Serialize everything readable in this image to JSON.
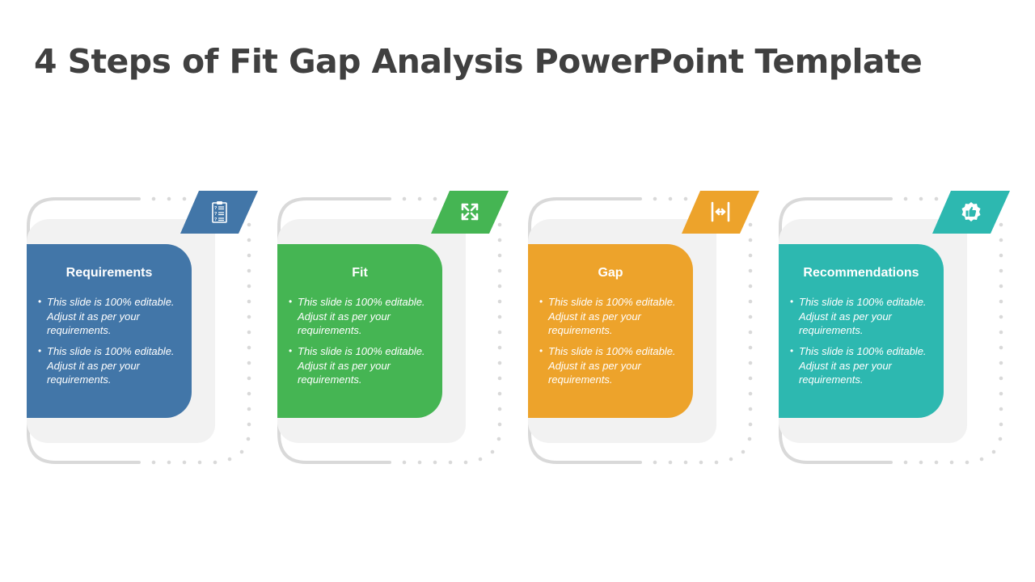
{
  "slide": {
    "title": "4 Steps of Fit Gap Analysis PowerPoint Template"
  },
  "colors": {
    "title_text": "#404040",
    "frame_stroke": "#d9d9d9",
    "inner_background": "#f2f2f2",
    "requirements": "#4276a8",
    "fit": "#45b553",
    "gap": "#eda32b",
    "recommendations": "#2db8b0"
  },
  "steps": [
    {
      "title": "Requirements",
      "icon": "clipboard-questions-icon",
      "color": "#4276a8",
      "bullets": [
        "This slide is 100%  editable. Adjust it as per your requirements.",
        "This slide is 100%  editable. Adjust it as per your requirements."
      ]
    },
    {
      "title": "Fit",
      "icon": "expand-arrows-icon",
      "color": "#45b553",
      "bullets": [
        "This slide is 100%  editable. Adjust it as per your requirements.",
        "This slide is 100%  editable. Adjust it as per your requirements."
      ]
    },
    {
      "title": "Gap",
      "icon": "gap-width-arrows-icon",
      "color": "#eda32b",
      "bullets": [
        "This slide is 100%  editable. Adjust it as per your requirements.",
        "This slide is 100%  editable. Adjust it as per your requirements."
      ]
    },
    {
      "title": "Recommendations",
      "icon": "thumbs-up-badge-icon",
      "color": "#2db8b0",
      "bullets": [
        "This slide is 100%  editable. Adjust it as per your requirements.",
        "This slide is 100%  editable. Adjust it as per your requirements."
      ]
    }
  ]
}
